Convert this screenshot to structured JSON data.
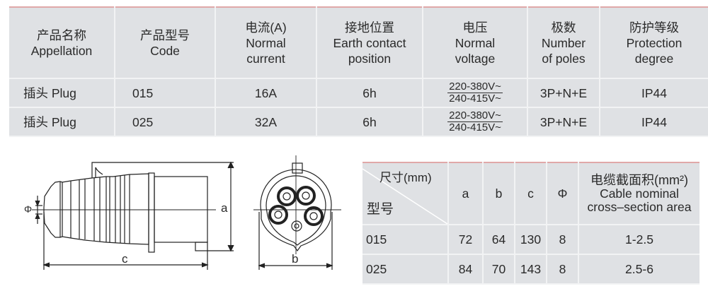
{
  "spec_table": {
    "headers": [
      {
        "zh": "产品名称",
        "en": [
          "Appellation"
        ]
      },
      {
        "zh": "产品型号",
        "en": [
          "Code"
        ]
      },
      {
        "zh": "电流(A)",
        "en": [
          "Normal",
          "current"
        ]
      },
      {
        "zh": "接地位置",
        "en": [
          "Earth contact",
          "position"
        ]
      },
      {
        "zh": "电压",
        "en": [
          "Normal",
          "voltage"
        ]
      },
      {
        "zh": "极数",
        "en": [
          "Number",
          "of poles"
        ]
      },
      {
        "zh": "防护等级",
        "en": [
          "Protection",
          "degree"
        ]
      }
    ],
    "rows": [
      {
        "name": "插头 Plug",
        "code": "015",
        "current": "16A",
        "earth": "6h",
        "voltage_top": "220-380V~",
        "voltage_bottom": "240-415V~",
        "poles": "3P+N+E",
        "protection": "IP44"
      },
      {
        "name": "插头 Plug",
        "code": "025",
        "current": "32A",
        "earth": "6h",
        "voltage_top": "220-380V~",
        "voltage_bottom": "240-415V~",
        "poles": "3P+N+E",
        "protection": "IP44"
      }
    ]
  },
  "dimension_table": {
    "corner_top": "尺寸(mm)",
    "corner_bottom": "型号",
    "headers": [
      "a",
      "b",
      "c",
      "Φ"
    ],
    "cable_header": {
      "zh": "电缆截面积(mm²)",
      "en": [
        "Cable nominal",
        "cross–section area"
      ]
    },
    "rows": [
      {
        "code": "015",
        "a": "72",
        "b": "64",
        "c": "130",
        "phi": "8",
        "cable": "1-2.5"
      },
      {
        "code": "025",
        "a": "84",
        "b": "70",
        "c": "143",
        "phi": "8",
        "cable": "2.5-6"
      }
    ]
  },
  "drawing": {
    "labels": {
      "a": "a",
      "b": "b",
      "c": "c",
      "phi": "Φ"
    }
  }
}
